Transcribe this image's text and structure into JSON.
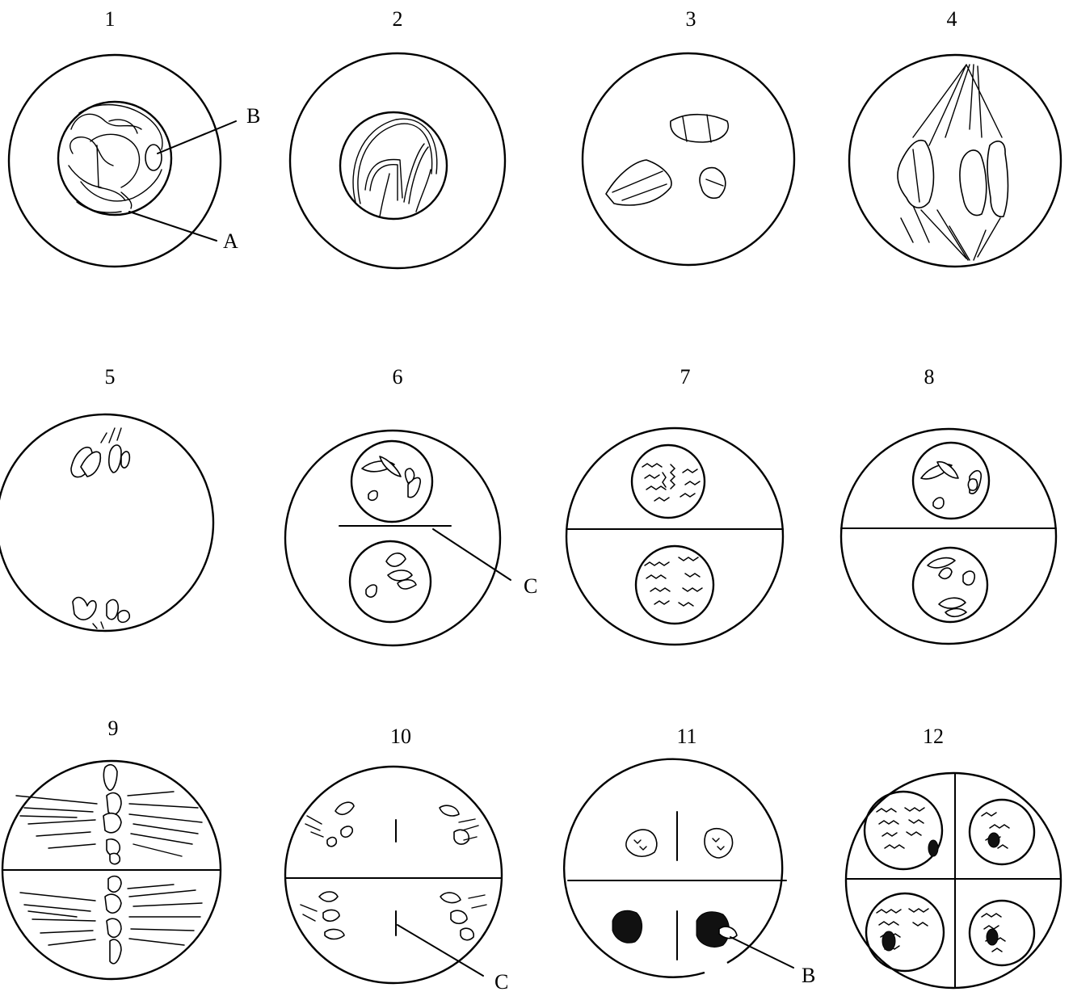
{
  "figure": {
    "panels": [
      {
        "number": "1"
      },
      {
        "number": "2"
      },
      {
        "number": "3"
      },
      {
        "number": "4"
      },
      {
        "number": "5"
      },
      {
        "number": "6"
      },
      {
        "number": "7"
      },
      {
        "number": "8"
      },
      {
        "number": "9"
      },
      {
        "number": "10"
      },
      {
        "number": "11"
      },
      {
        "number": "12"
      }
    ],
    "labels": {
      "a": "A",
      "b": "B",
      "c": "C"
    }
  }
}
